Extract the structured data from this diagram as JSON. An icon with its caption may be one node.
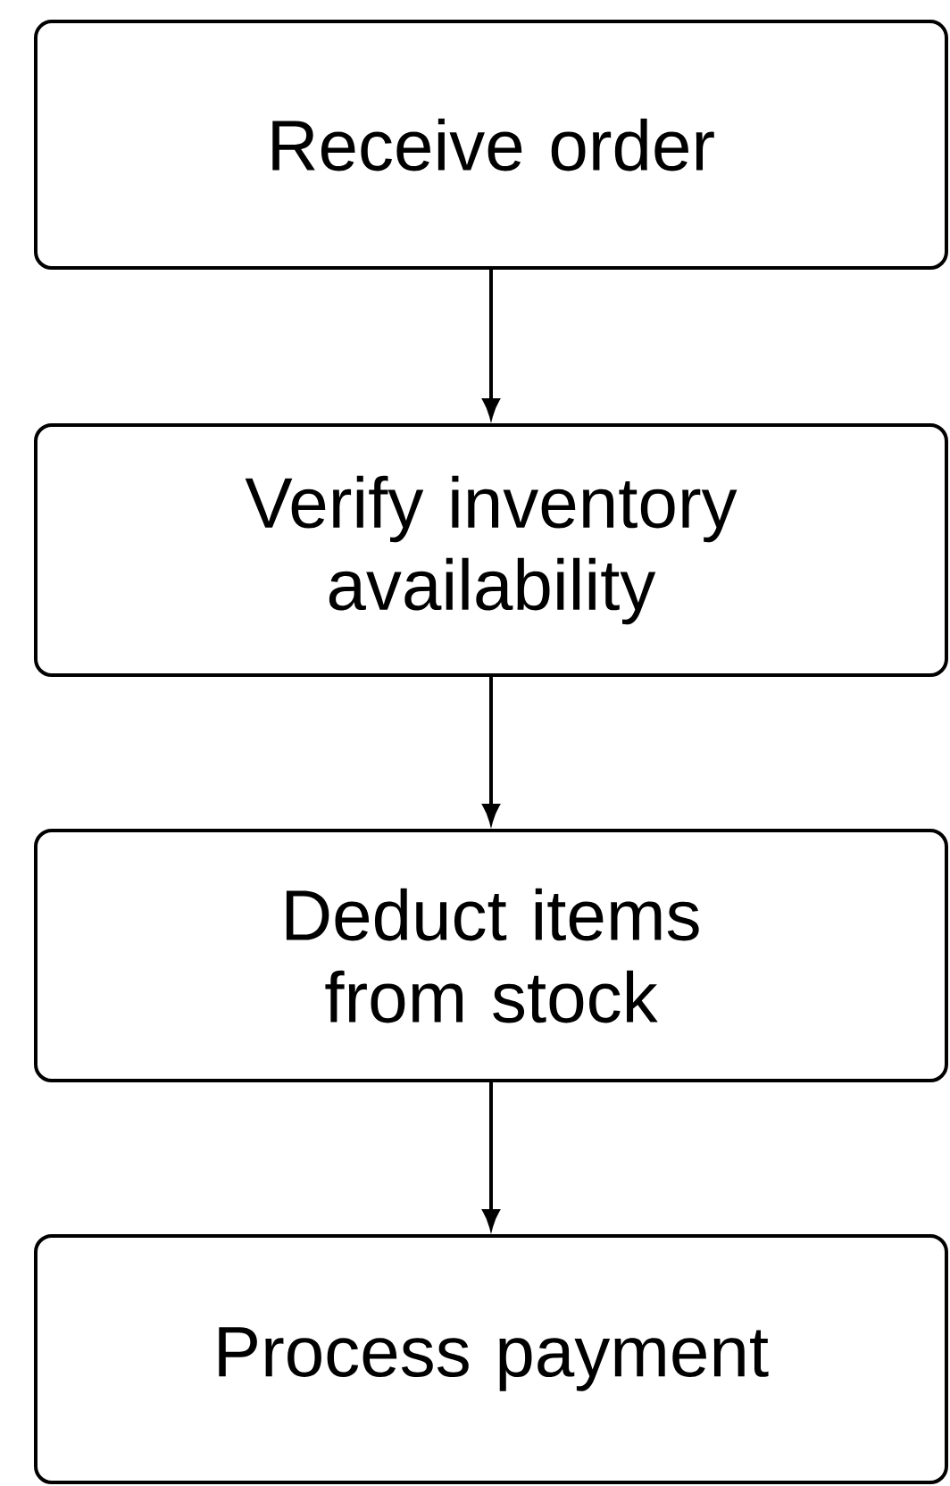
{
  "diagram": {
    "nodes": [
      {
        "text": [
          "Receive order"
        ]
      },
      {
        "text": [
          "Verify inventory availability"
        ]
      },
      {
        "text": [
          "Deduct items from stock"
        ]
      },
      {
        "text": [
          "Process payment"
        ]
      }
    ],
    "edges": [
      {
        "from": 0,
        "to": 1,
        "arrow": "to"
      },
      {
        "from": 1,
        "to": 2,
        "arrow": "to"
      },
      {
        "from": 2,
        "to": 3,
        "arrow": "to"
      }
    ]
  }
}
